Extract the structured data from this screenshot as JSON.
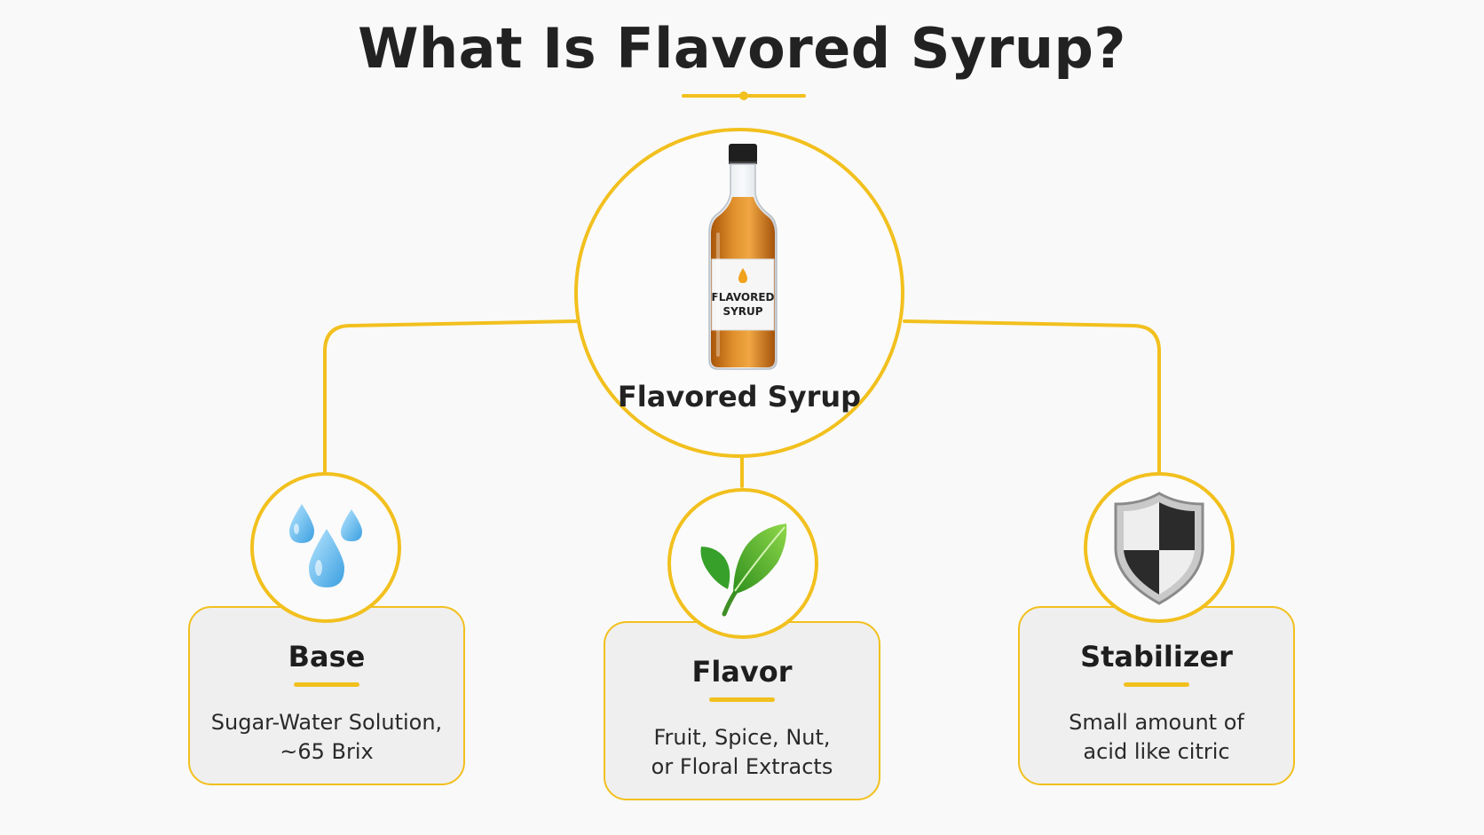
{
  "title": "What Is Flavored Syrup?",
  "colors": {
    "accent": "#f2c01e",
    "card_bg": "#efefef",
    "background": "#f9f9f9"
  },
  "hub": {
    "label": "Flavored Syrup",
    "icon": "syrup-bottle-icon",
    "bottle_label_line1": "FLAVORED",
    "bottle_label_line2": "SYRUP"
  },
  "components": [
    {
      "title": "Base",
      "description": "Sugar-Water Solution,\n~65 Brix",
      "icon": "water-drops-icon"
    },
    {
      "title": "Flavor",
      "description": "Fruit, Spice, Nut,\nor Floral Extracts",
      "icon": "leaf-icon"
    },
    {
      "title": "Stabilizer",
      "description": "Small amount of\nacid like citric",
      "icon": "shield-icon"
    }
  ]
}
